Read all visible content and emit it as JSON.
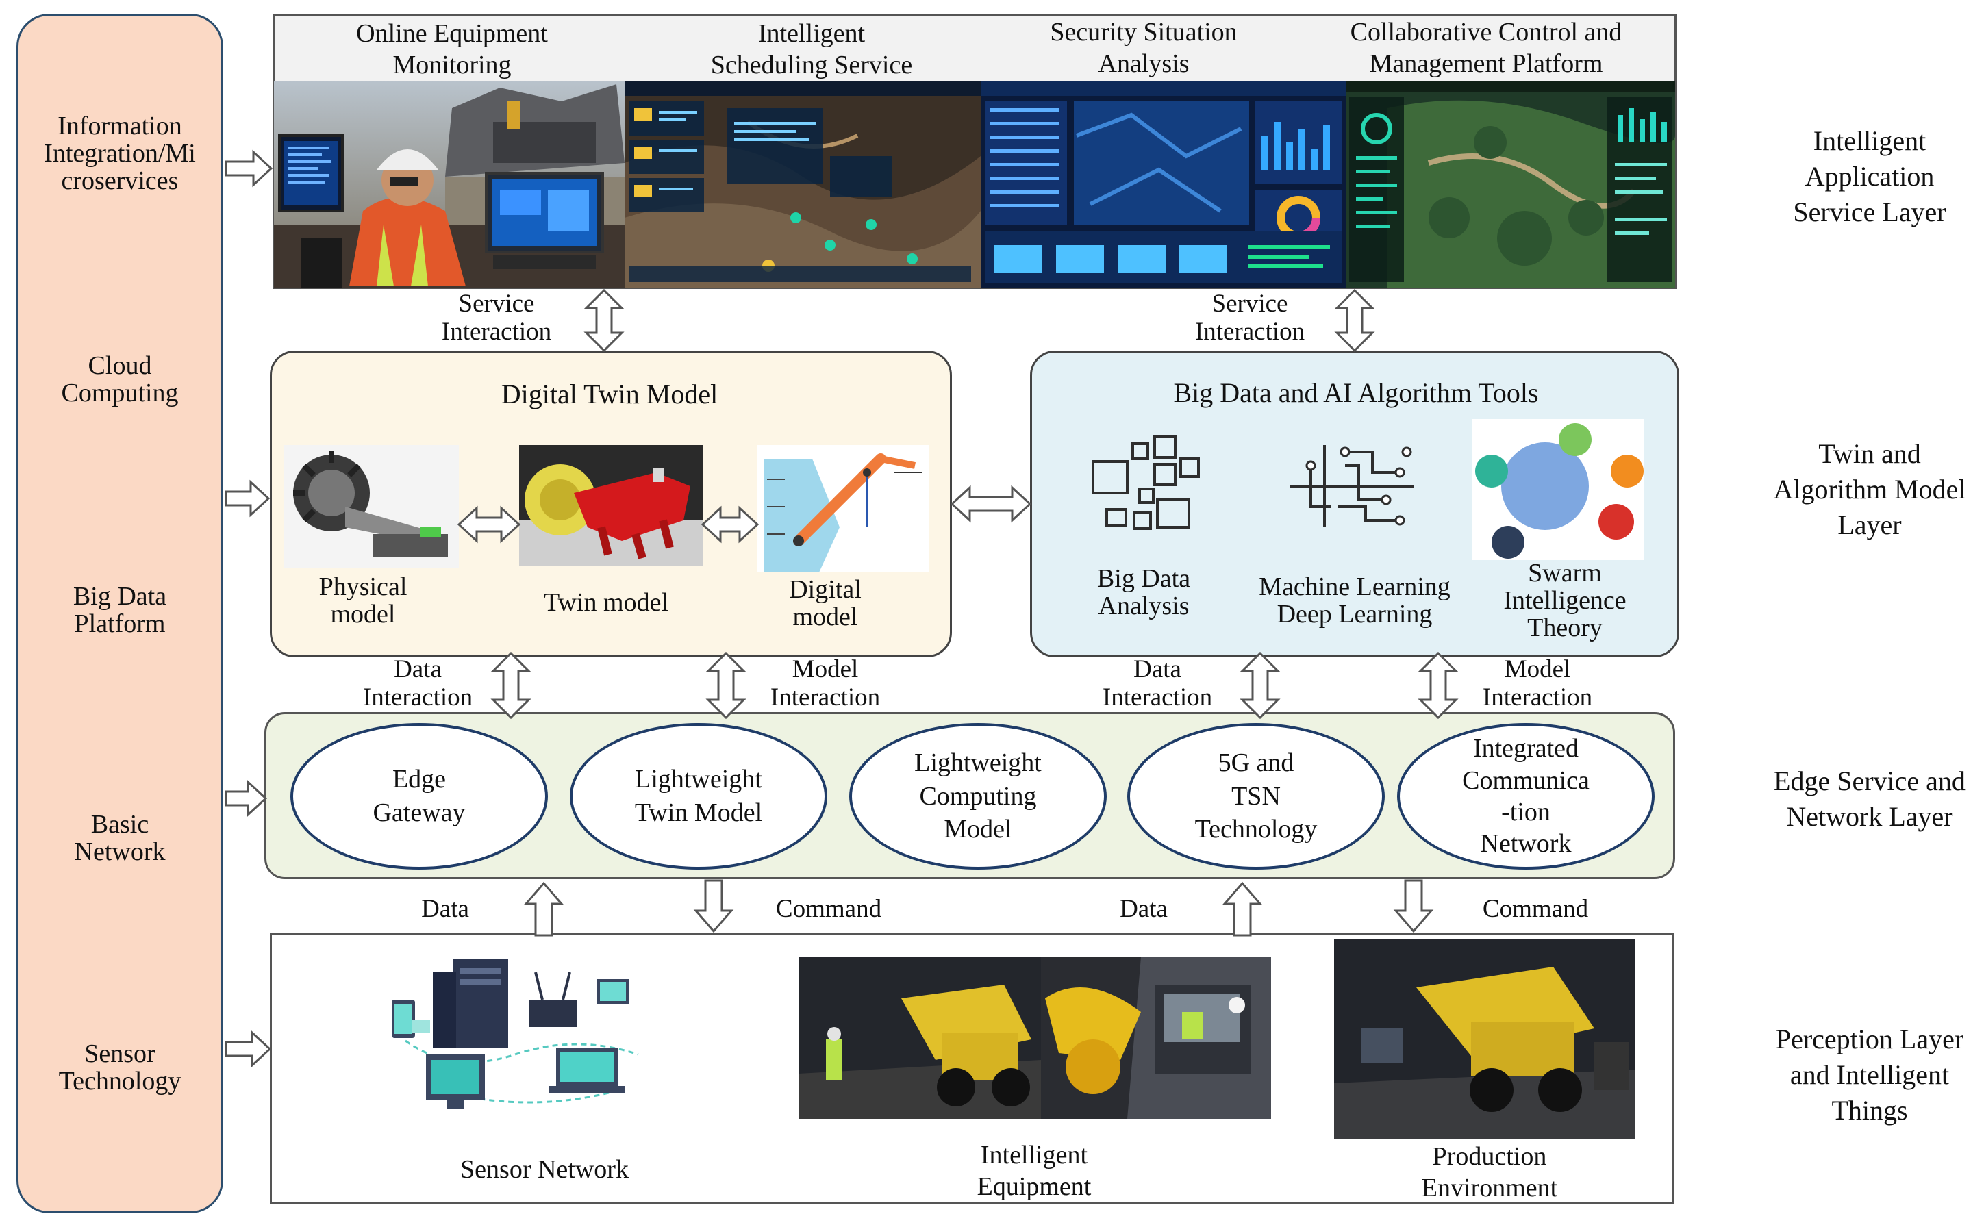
{
  "left_stack": [
    "Information Integration/Mi croservices",
    "Cloud Computing",
    "Big Data Platform",
    "Basic Network",
    "Sensor Technology"
  ],
  "layers": {
    "application": [
      "Intelligent",
      "Application",
      "Service Layer"
    ],
    "twin": [
      "Twin and",
      "Algorithm Model",
      "Layer"
    ],
    "edge": [
      "Edge Service and",
      "Network Layer"
    ],
    "perception": [
      "Perception Layer",
      "and Intelligent",
      "Things"
    ]
  },
  "app_services": [
    [
      "Online Equipment",
      "Monitoring"
    ],
    [
      "Intelligent",
      "Scheduling Service"
    ],
    [
      "Security Situation",
      "Analysis"
    ],
    [
      "Collaborative Control and",
      "Management Platform"
    ]
  ],
  "service_interaction": [
    "Service",
    "Interaction"
  ],
  "twin_box": {
    "title": "Digital Twin Model",
    "items": [
      [
        "Physical",
        "model"
      ],
      [
        "Twin model"
      ],
      [
        "Digital",
        "model"
      ]
    ]
  },
  "ai_box": {
    "title": "Big Data and AI Algorithm Tools",
    "items": [
      [
        "Big Data",
        "Analysis"
      ],
      [
        "Machine Learning",
        "Deep Learning"
      ],
      [
        "Swarm",
        "Intelligence",
        "Theory"
      ]
    ]
  },
  "interactions": {
    "data": [
      "Data",
      "Interaction"
    ],
    "model": [
      "Model",
      "Interaction"
    ]
  },
  "edge_items": [
    [
      "Edge",
      "Gateway"
    ],
    [
      "Lightweight",
      "Twin Model"
    ],
    [
      "Lightweight",
      "Computing",
      "Model"
    ],
    [
      "5G and",
      "TSN",
      "Technology"
    ],
    [
      "Integrated",
      "Communica",
      "-tion",
      "Network"
    ]
  ],
  "flow_labels": {
    "data": "Data",
    "command": "Command"
  },
  "perception_items": [
    [
      "Sensor Network"
    ],
    [
      "Intelligent",
      "Equipment"
    ],
    [
      "Production",
      "Environment"
    ]
  ],
  "colors": {
    "left_fill": "#fbd9c5",
    "twin_fill": "#fdf6e6",
    "ai_fill": "#e3f1f6",
    "edge_fill": "#eef3e2",
    "outline": "#1f3c68"
  }
}
